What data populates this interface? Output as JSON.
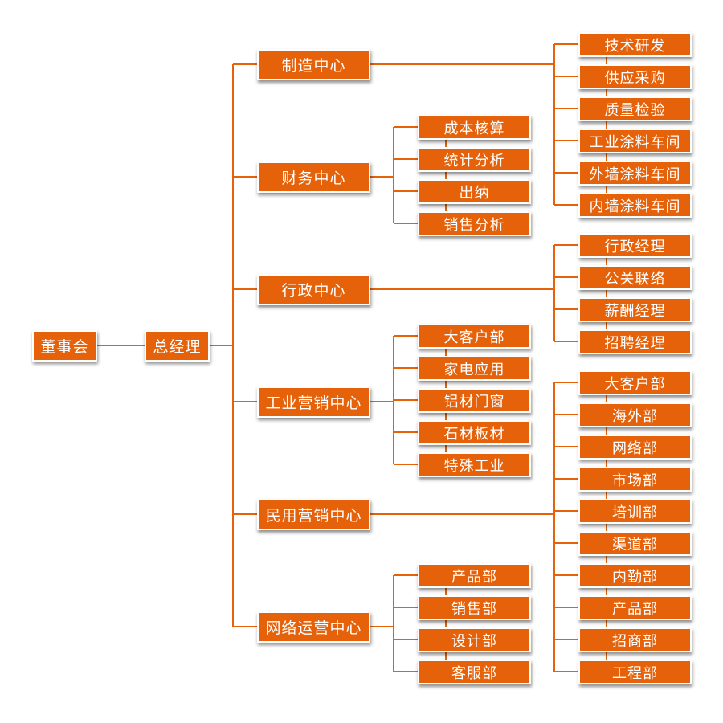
{
  "colors": {
    "box": "#E5620A",
    "line": "#E5620A"
  },
  "root": "董事会",
  "gm": "总经理",
  "centers": [
    {
      "label": "制造中心",
      "children_side": "right",
      "children": [
        "技术研发",
        "供应采购",
        "质量检验",
        "工业涂料车间",
        "外墙涂料车间",
        "内墙涂料车间"
      ]
    },
    {
      "label": "财务中心",
      "children_side": "left",
      "children": [
        "成本核算",
        "统计分析",
        "出纳",
        "销售分析"
      ]
    },
    {
      "label": "行政中心",
      "children_side": "right",
      "children": [
        "行政经理",
        "公关联络",
        "薪酬经理",
        "招聘经理"
      ]
    },
    {
      "label": "工业营销中心",
      "children_side": "left",
      "children": [
        "大客户部",
        "家电应用",
        "铝材门窗",
        "石材板材",
        "特殊工业"
      ]
    },
    {
      "label": "民用营销中心",
      "children_side": "right",
      "children": [
        "大客户部",
        "海外部",
        "网络部",
        "市场部",
        "培训部",
        "渠道部",
        "内勤部",
        "产品部",
        "招商部",
        "工程部"
      ]
    },
    {
      "label": "网络运营中心",
      "children_side": "left",
      "children": [
        "产品部",
        "销售部",
        "设计部",
        "客服部"
      ]
    }
  ]
}
